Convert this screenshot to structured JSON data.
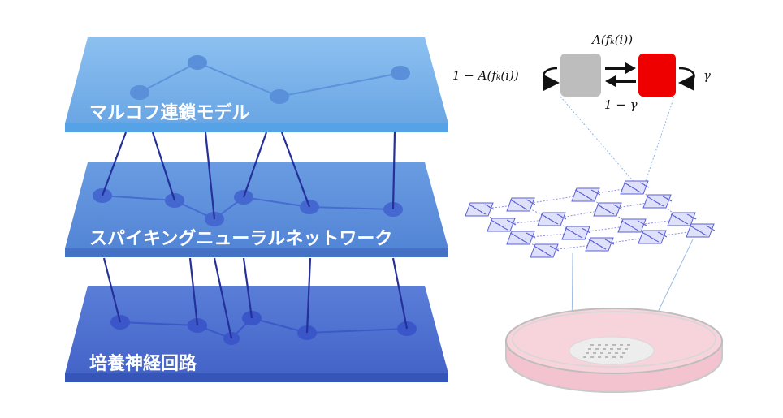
{
  "layers": [
    {
      "label": "マルコフ連鎖モデル",
      "fill": "#7ab3ea",
      "edge": "#4f8fd6"
    },
    {
      "label": "スパイキングニューラルネットワーク",
      "fill": "#5c8fdc",
      "edge": "#3f71c4"
    },
    {
      "label": "培養神経回路",
      "fill": "#4a6fcf",
      "edge": "#3152b2"
    }
  ],
  "markov": {
    "label_top": "A(fₖ(i))",
    "label_left": "1 − A(fₖ(i))",
    "label_right": "γ",
    "label_bottom": "1 − γ",
    "state_inactive_color": "#bdbdbd",
    "state_active_color": "#ee0000"
  },
  "colors": {
    "node": "#3a56c8",
    "connector": "#25309a",
    "mea": "#5a5fd6",
    "dish_fill": "#f6cfd8",
    "dish_rim": "#cfcfcf"
  }
}
